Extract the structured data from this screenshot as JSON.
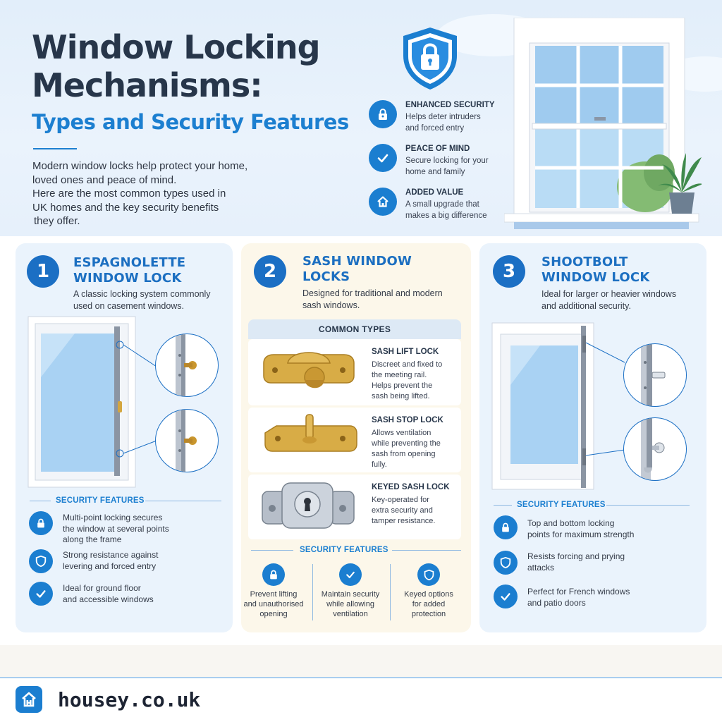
{
  "header": {
    "title_line1": "Window Locking",
    "title_line2": "Mechanisms:",
    "subtitle": "Types and Security Features",
    "intro_lines": [
      "Modern window locks help protect your home,",
      "loved ones and peace of mind.",
      "Here are the most common types used in",
      "UK homes and the key security benefits",
      "they offer."
    ]
  },
  "benefits": [
    {
      "icon": "lock-icon",
      "title": "ENHANCED SECURITY",
      "lines": [
        "Helps deter intruders",
        "and forced entry"
      ]
    },
    {
      "icon": "check-icon",
      "title": "PEACE OF MIND",
      "lines": [
        "Secure locking for your",
        "home and family"
      ]
    },
    {
      "icon": "home-icon",
      "title": "ADDED VALUE",
      "lines": [
        "A small upgrade that",
        "makes a big difference"
      ]
    }
  ],
  "cards": [
    {
      "number": "1",
      "title_lines": [
        "ESPAGNOLETTE",
        "WINDOW LOCK"
      ],
      "desc_lines": [
        "A classic locking system commonly",
        "used on casement windows."
      ],
      "features_heading": "SECURITY FEATURES",
      "features": [
        {
          "icon": "lock-icon",
          "lines": [
            "Multi-point locking secures",
            "the window at several points",
            "along the frame"
          ]
        },
        {
          "icon": "shield-icon",
          "lines": [
            "Strong resistance against",
            "levering and forced entry"
          ]
        },
        {
          "icon": "check-icon",
          "lines": [
            "Ideal for ground floor",
            "and accessible windows"
          ]
        }
      ]
    },
    {
      "number": "2",
      "title_lines": [
        "SASH WINDOW",
        "LOCKS"
      ],
      "desc_lines": [
        "Designed for traditional and modern",
        "sash windows."
      ],
      "types_heading": "COMMON TYPES",
      "types": [
        {
          "title": "SASH LIFT LOCK",
          "lines": [
            "Discreet and fixed to",
            "the meeting rail.",
            "Helps prevent the",
            "sash being lifted."
          ]
        },
        {
          "title": "SASH STOP LOCK",
          "lines": [
            "Allows ventilation",
            "while preventing the",
            "sash from opening",
            "fully."
          ]
        },
        {
          "title": "KEYED SASH LOCK",
          "lines": [
            "Key-operated for",
            "extra security and",
            "tamper resistance."
          ]
        }
      ],
      "features_heading": "SECURITY FEATURES",
      "features": [
        {
          "icon": "lock-icon",
          "lines": [
            "Prevent lifting",
            "and unauthorised",
            "opening"
          ]
        },
        {
          "icon": "check-icon",
          "lines": [
            "Maintain security",
            "while allowing",
            "ventilation"
          ]
        },
        {
          "icon": "shield-icon",
          "lines": [
            "Keyed options",
            "for added",
            "protection"
          ]
        }
      ]
    },
    {
      "number": "3",
      "title_lines": [
        "SHOOTBOLT",
        "WINDOW LOCK"
      ],
      "desc_lines": [
        "Ideal for larger or heavier windows",
        "and additional security."
      ],
      "features_heading": "SECURITY FEATURES",
      "features": [
        {
          "icon": "lock-icon",
          "lines": [
            "Top and bottom locking",
            "points for maximum strength"
          ]
        },
        {
          "icon": "shield-icon",
          "lines": [
            "Resists forcing and prying",
            "attacks"
          ]
        },
        {
          "icon": "check-icon",
          "lines": [
            "Perfect for French windows",
            "and patio doors"
          ]
        }
      ]
    }
  ],
  "footer": {
    "brand": "housey.co.uk",
    "logo_icon": "house-logo-icon"
  },
  "colors": {
    "accent": "#1b7ed0",
    "title": "#27364a",
    "card_blue": "#eaf3fc",
    "card_cream": "#fcf7ea",
    "brass": "#d4a63f"
  }
}
